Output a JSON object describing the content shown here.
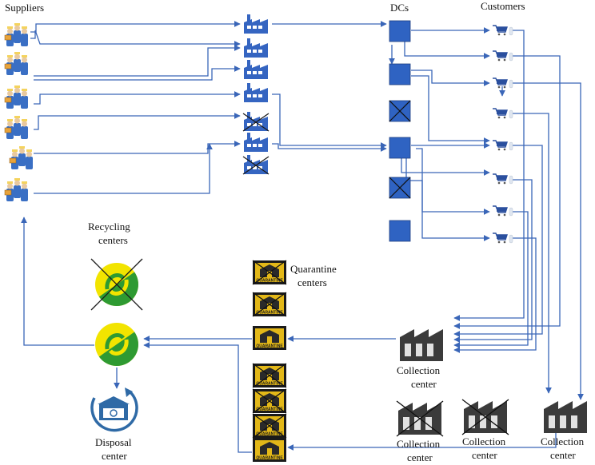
{
  "labels": {
    "suppliers": "Suppliers",
    "dcs": "DCs",
    "customers": "Customers",
    "recycling_1": "Recycling",
    "recycling_2": "centers",
    "quarantine_1": "Quarantine",
    "quarantine_2": "centers",
    "collection_line1": "Collection",
    "collection_line2": "center",
    "disposal_1": "Disposal",
    "disposal_2": "center",
    "quarantine_sign": "QUARANTINE"
  },
  "colors": {
    "arrow": "#3a66b8",
    "dc": "#2f63c2",
    "factory": "#3565c1",
    "building": "#3b3b3b",
    "recycle_yellow": "#f2e400",
    "recycle_green": "#2e9a32",
    "quarantine_bg": "#e3b818",
    "disposal": "#2f6aa6"
  },
  "suppliers": [
    {
      "status": "open"
    },
    {
      "status": "open"
    },
    {
      "status": "open"
    },
    {
      "status": "open"
    },
    {
      "status": "open"
    },
    {
      "status": "open"
    }
  ],
  "plants": [
    {
      "status": "open"
    },
    {
      "status": "open"
    },
    {
      "status": "open"
    },
    {
      "status": "open"
    },
    {
      "status": "closed"
    },
    {
      "status": "open"
    },
    {
      "status": "closed"
    }
  ],
  "dcs": [
    {
      "status": "open"
    },
    {
      "status": "open"
    },
    {
      "status": "closed"
    },
    {
      "status": "open"
    },
    {
      "status": "closed"
    },
    {
      "status": "open"
    }
  ],
  "customers": [
    {},
    {},
    {},
    {},
    {},
    {},
    {},
    {}
  ],
  "recycling_centers": [
    {
      "status": "closed"
    },
    {
      "status": "open"
    }
  ],
  "quarantine_centers": [
    {
      "status": "closed"
    },
    {
      "status": "closed"
    },
    {
      "status": "open"
    },
    {
      "status": "closed"
    },
    {
      "status": "closed"
    },
    {
      "status": "closed"
    },
    {
      "status": "open"
    }
  ],
  "collection_centers": [
    {
      "status": "open"
    },
    {
      "status": "closed"
    },
    {
      "status": "closed"
    },
    {
      "status": "open"
    }
  ]
}
